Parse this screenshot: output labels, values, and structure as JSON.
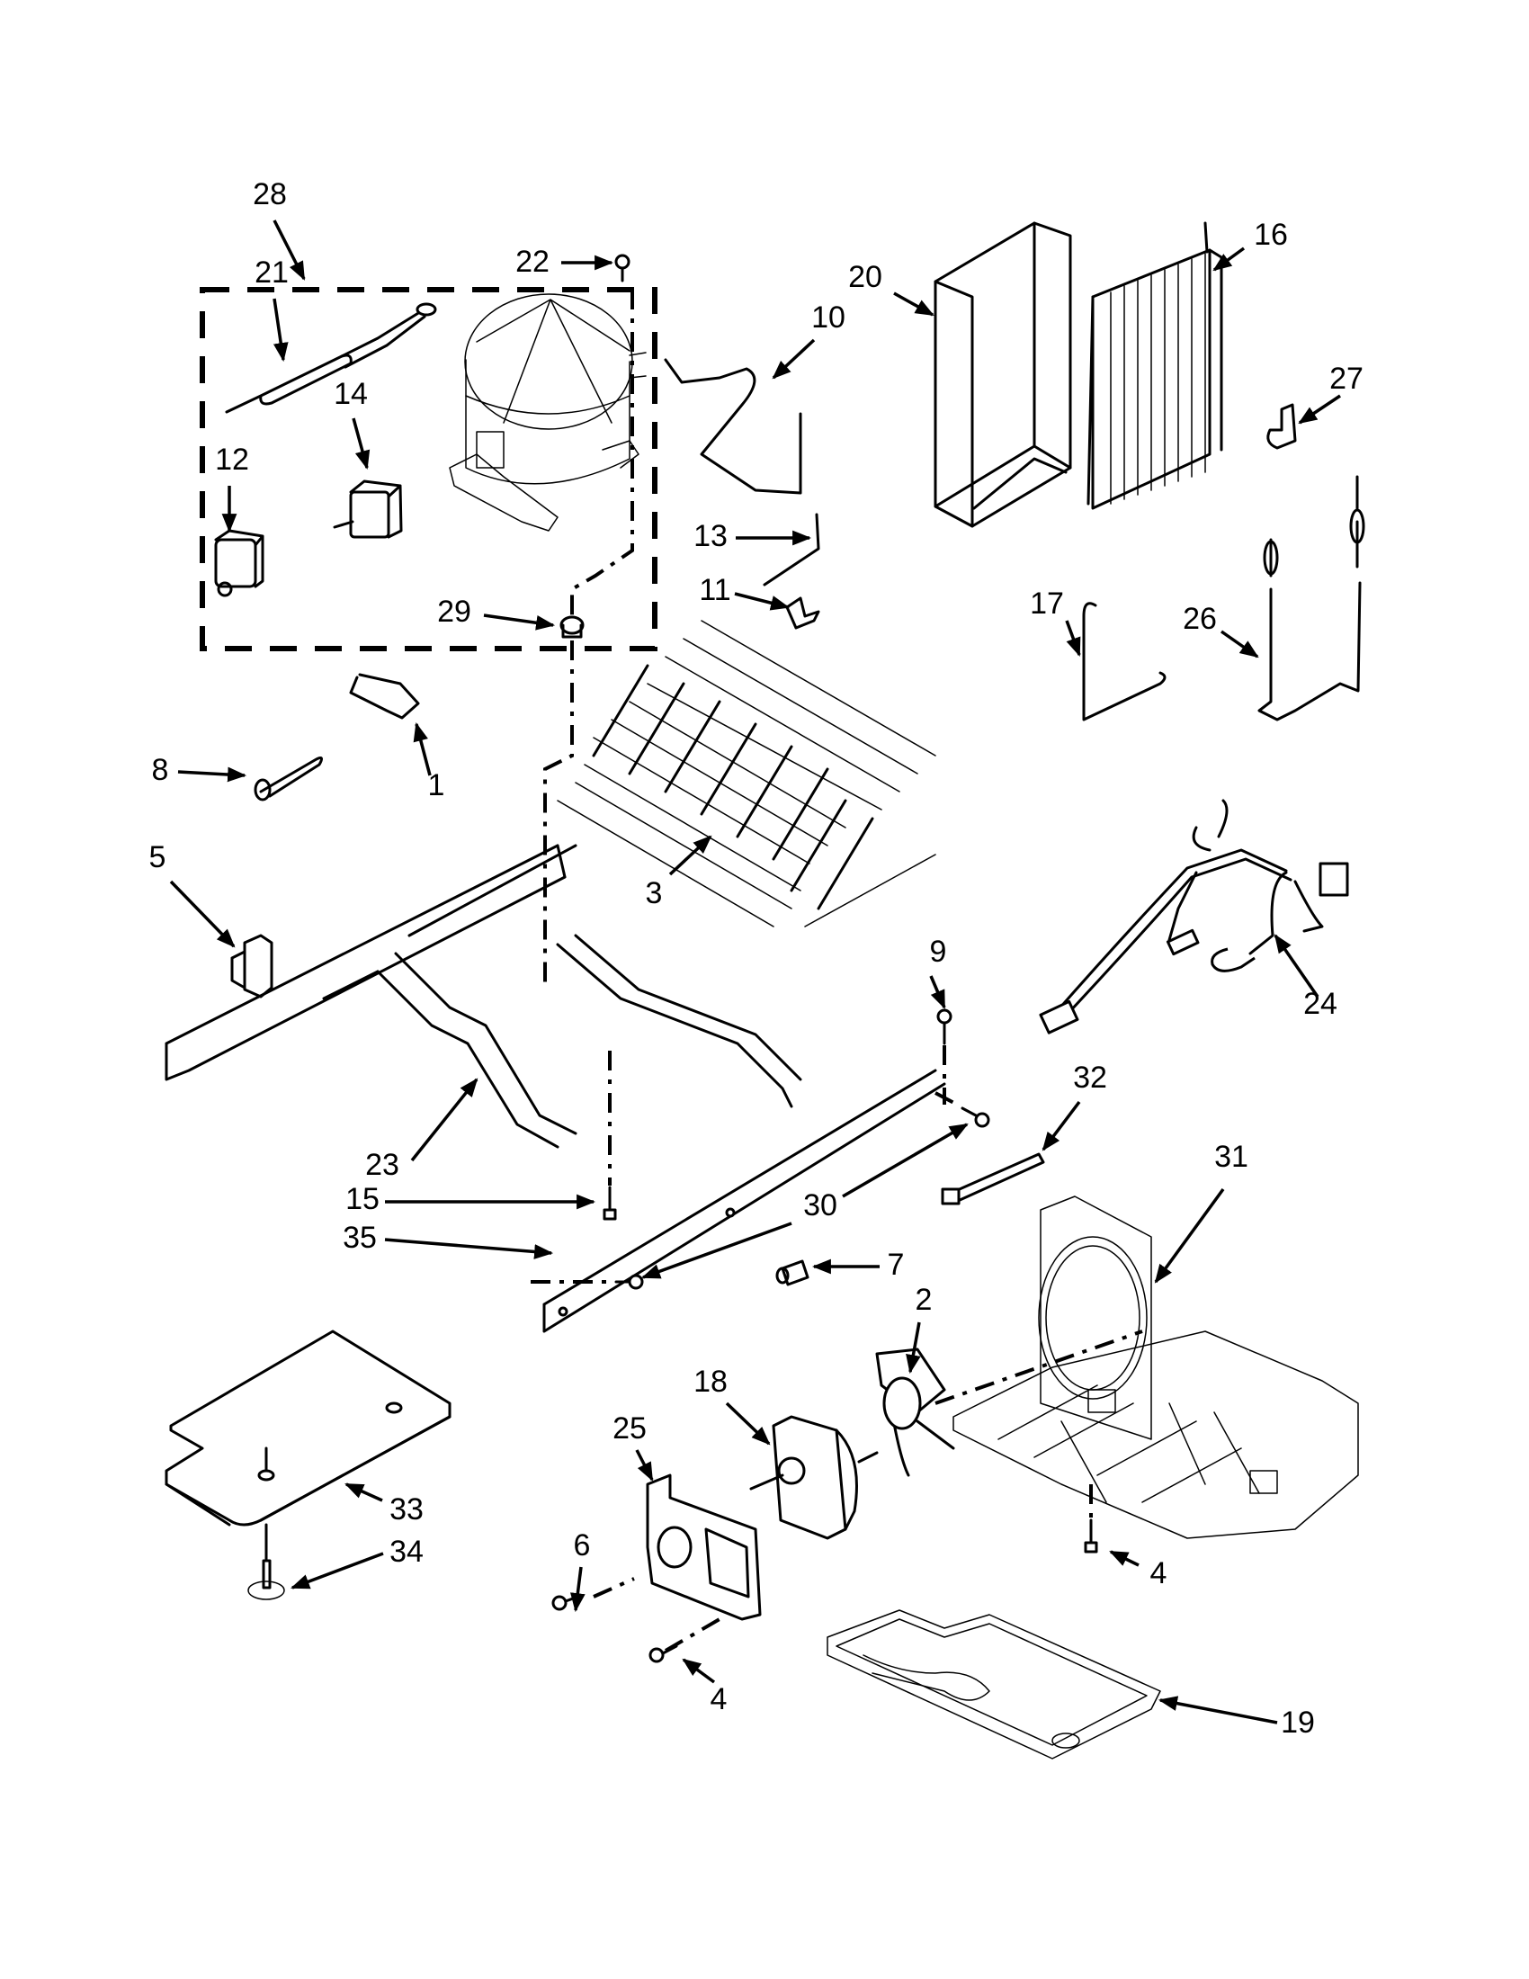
{
  "diagram": {
    "type": "exploded-parts-diagram",
    "subject": "refrigerator unit parts (machine compartment)",
    "callouts": [
      {
        "id": "28",
        "label": "28",
        "part": "compressor-kit-group"
      },
      {
        "id": "21",
        "label": "21",
        "part": "drier"
      },
      {
        "id": "14",
        "label": "14",
        "part": "overload"
      },
      {
        "id": "12",
        "label": "12",
        "part": "relay"
      },
      {
        "id": "22",
        "label": "22",
        "part": "screw"
      },
      {
        "id": "29",
        "label": "29",
        "part": "grommet"
      },
      {
        "id": "20",
        "label": "20",
        "part": "condenser-shroud"
      },
      {
        "id": "10",
        "label": "10",
        "part": "tube"
      },
      {
        "id": "16",
        "label": "16",
        "part": "condenser"
      },
      {
        "id": "27",
        "label": "27",
        "part": "clip"
      },
      {
        "id": "13",
        "label": "13",
        "part": "tube"
      },
      {
        "id": "11",
        "label": "11",
        "part": "clip"
      },
      {
        "id": "17",
        "label": "17",
        "part": "tube"
      },
      {
        "id": "26",
        "label": "26",
        "part": "tube-assembly"
      },
      {
        "id": "8",
        "label": "8",
        "part": "insulation"
      },
      {
        "id": "1",
        "label": "1",
        "part": "clip"
      },
      {
        "id": "5",
        "label": "5",
        "part": "clamp"
      },
      {
        "id": "3",
        "label": "3",
        "part": "condenser-coil"
      },
      {
        "id": "9",
        "label": "9",
        "part": "screw"
      },
      {
        "id": "24",
        "label": "24",
        "part": "wire-harness"
      },
      {
        "id": "32",
        "label": "32",
        "part": "cable-tie"
      },
      {
        "id": "31",
        "label": "31",
        "part": "fan-shroud-base"
      },
      {
        "id": "23",
        "label": "23",
        "part": "rail"
      },
      {
        "id": "15",
        "label": "15",
        "part": "screw"
      },
      {
        "id": "30",
        "label": "30",
        "part": "screw"
      },
      {
        "id": "35",
        "label": "35",
        "part": "rail"
      },
      {
        "id": "7",
        "label": "7",
        "part": "spacer"
      },
      {
        "id": "2",
        "label": "2",
        "part": "fan-blade"
      },
      {
        "id": "18",
        "label": "18",
        "part": "fan-motor"
      },
      {
        "id": "25",
        "label": "25",
        "part": "motor-bracket"
      },
      {
        "id": "33",
        "label": "33",
        "part": "base-plate"
      },
      {
        "id": "34",
        "label": "34",
        "part": "push-pin"
      },
      {
        "id": "6",
        "label": "6",
        "part": "screw"
      },
      {
        "id": "4a",
        "label": "4",
        "part": "screw"
      },
      {
        "id": "4b",
        "label": "4",
        "part": "screw"
      },
      {
        "id": "19",
        "label": "19",
        "part": "drain-pan"
      }
    ]
  }
}
